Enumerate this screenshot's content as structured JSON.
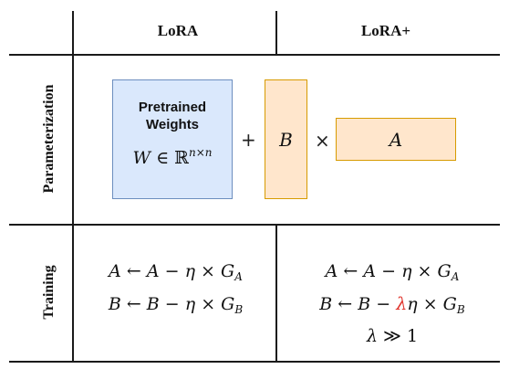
{
  "header": {
    "col1": "LoRA",
    "col2": "LoRA+"
  },
  "rows": {
    "param": "Parameterization",
    "train": "Training"
  },
  "pretrained": {
    "title_line1": "Pretrained",
    "title_line2": "Weights"
  },
  "ops": {
    "plus": "+",
    "times": "×"
  },
  "matrix_b": "B",
  "matrix_a": "A",
  "colors": {
    "blue_fill": "#dae8fc",
    "blue_border": "#6c8ebf",
    "orange_fill": "#ffe6cc",
    "orange_border": "#d79b00",
    "lambda": "#e0342c"
  }
}
